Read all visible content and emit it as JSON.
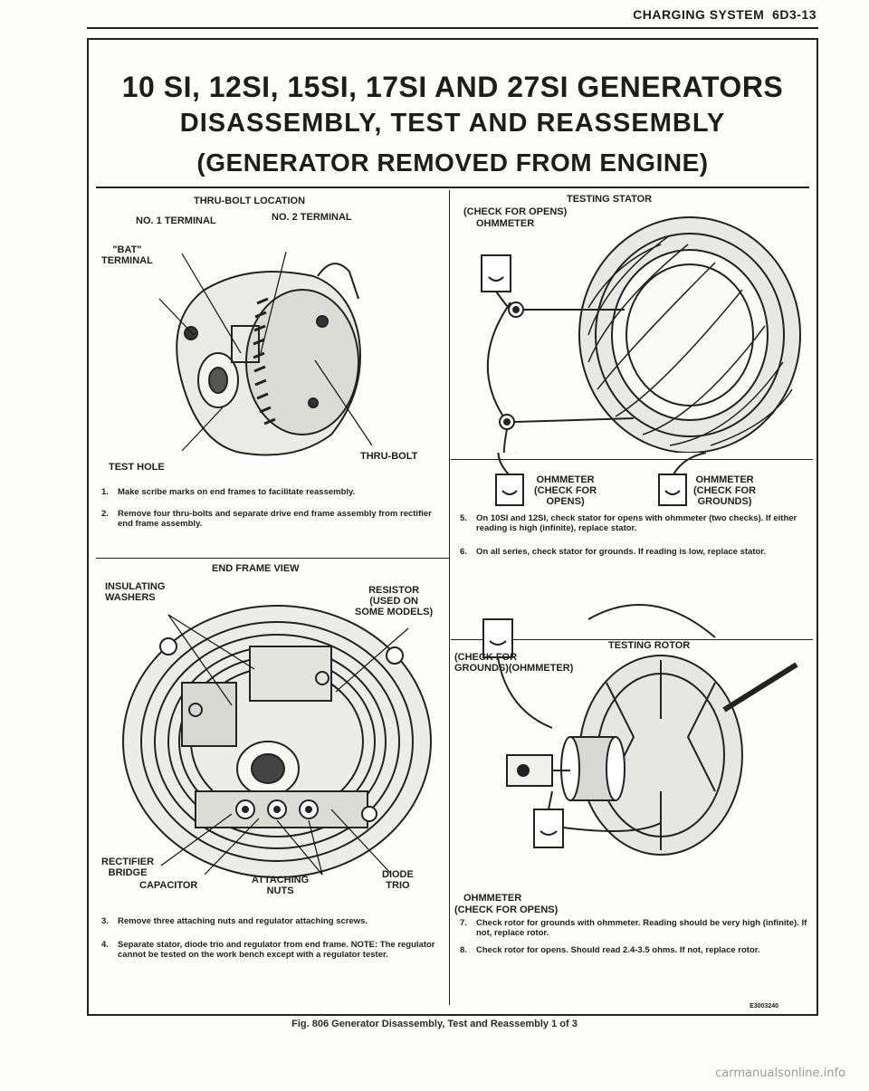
{
  "header": {
    "section": "CHARGING SYSTEM",
    "page": "6D3-13"
  },
  "title": {
    "line1": "10 SI, 12SI, 15SI, 17SI AND 27SI GENERATORS",
    "line2": "DISASSEMBLY, TEST AND REASSEMBLY",
    "line3": "(GENERATOR REMOVED FROM ENGINE)"
  },
  "thru_bolt": {
    "heading": "THRU-BOLT LOCATION",
    "no1": "NO. 1 TERMINAL",
    "no2": "NO. 2 TERMINAL",
    "bat": "\"BAT\"\nTERMINAL",
    "test_hole": "TEST HOLE",
    "thru_bolt": "THRU-BOLT"
  },
  "steps": [
    {
      "num": "1.",
      "text": "Make scribe marks on end frames to facilitate reassembly."
    },
    {
      "num": "2.",
      "text": "Remove four thru-bolts and separate drive end frame assembly from rectifier end frame assembly."
    },
    {
      "num": "3.",
      "text": "Remove three attaching nuts and regulator attaching screws."
    },
    {
      "num": "4.",
      "text": "Separate stator, diode trio and regulator from end frame. NOTE: The regulator cannot be tested on the work bench except with a regulator tester."
    },
    {
      "num": "5.",
      "text": "On 10SI and 12SI, check stator for opens with ohmmeter (two checks). If either reading is high (infinite), replace stator."
    },
    {
      "num": "6.",
      "text": "On all series, check stator for grounds. If reading is low, replace stator."
    },
    {
      "num": "7.",
      "text": "Check rotor for grounds with ohmmeter. Reading should be very high (infinite). If not, replace rotor."
    },
    {
      "num": "8.",
      "text": "Check rotor for opens. Should read 2.4-3.5 ohms. If not, replace rotor."
    }
  ],
  "end_frame": {
    "heading": "END FRAME VIEW",
    "insulating": "INSULATING\nWASHERS",
    "resistor": "RESISTOR\n(USED ON\nSOME MODELS)",
    "rectifier": "RECTIFIER\nBRIDGE",
    "capacitor": "CAPACITOR",
    "attaching": "ATTACHING\nNUTS",
    "diode": "DIODE\nTRIO"
  },
  "stator": {
    "heading": "TESTING STATOR",
    "check_opens": "(CHECK FOR OPENS)",
    "ohmmeter": "OHMMETER",
    "ohm_opens": "OHMMETER\n(CHECK FOR\nOPENS)",
    "ohm_grounds": "OHMMETER\n(CHECK FOR\nGROUNDS)"
  },
  "rotor": {
    "heading": "TESTING ROTOR",
    "check_grounds": "(CHECK FOR\nGROUNDS)(OHMMETER)",
    "ohmmeter": "OHMMETER",
    "check_opens": "(CHECK FOR OPENS)"
  },
  "code": "E3003240",
  "caption": "Fig. 806 Generator Disassembly, Test and Reassembly 1 of 3",
  "watermark": "carmanualsonline.info"
}
